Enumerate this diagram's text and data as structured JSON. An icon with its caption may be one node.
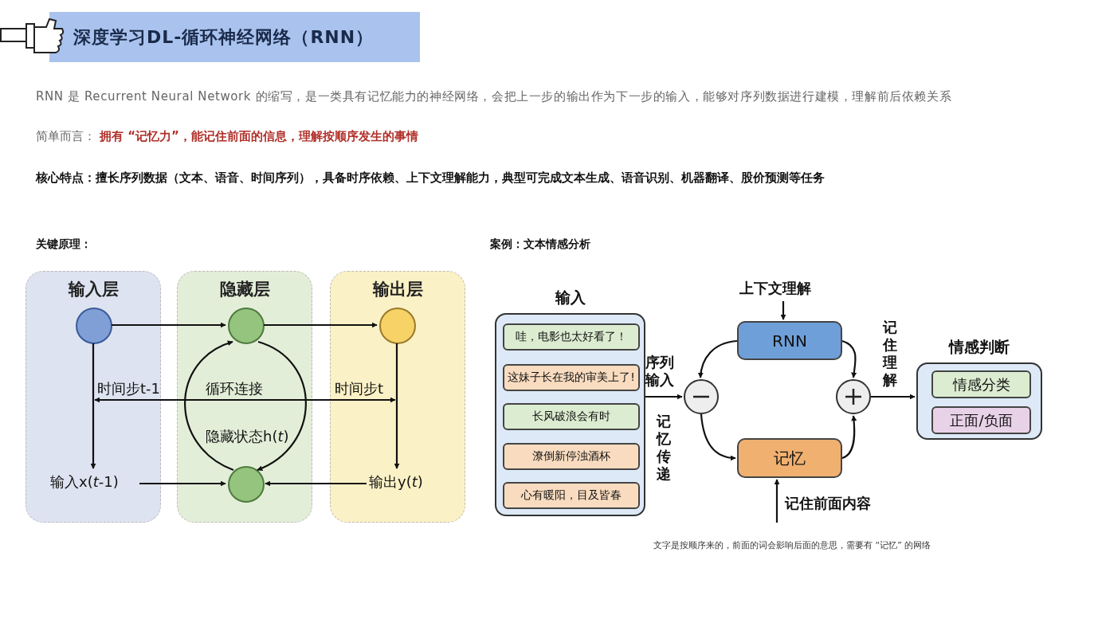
{
  "diagram": {
    "title": "深度学习DL-循环神经网络（RNN）",
    "nodes": [
      {
        "text": [
          "输入层"
        ]
      },
      {
        "text": [
          "隐藏层"
        ]
      },
      {
        "text": [
          "输出层"
        ]
      },
      {
        "text": [],
        "shape": "circle",
        "in": 0
      },
      {
        "text": [],
        "shape": "circle",
        "in": 1
      },
      {
        "text": [],
        "shape": "circle",
        "in": 1
      },
      {
        "text": [],
        "shape": "circle",
        "in": 2
      },
      {
        "text": [
          "输入x(*t*-1)"
        ],
        "in": 0
      },
      {
        "text": [
          "输出y(*t*)"
        ],
        "in": 2
      },
      {
        "text": [
          "输入"
        ]
      },
      {
        "text": [
          "哇，电影也太好看了！"
        ],
        "in": 9
      },
      {
        "text": [
          "这妹子长在我的审美上了!"
        ],
        "in": 9
      },
      {
        "text": [
          "长风破浪会有时"
        ],
        "in": 9
      },
      {
        "text": [
          "潦倒新停浊酒杯"
        ],
        "in": 9
      },
      {
        "text": [
          "心有暖阳，目及皆春"
        ],
        "in": 9
      },
      {
        "text": [],
        "shape": "circle"
      },
      {
        "text": [],
        "shape": "circle"
      },
      {
        "text": [
          "RNN"
        ]
      },
      {
        "text": [
          "记忆"
        ]
      },
      {
        "text": [
          "情感判断"
        ]
      },
      {
        "text": [
          "情感分类"
        ],
        "in": 19
      },
      {
        "text": [
          "正面/负面"
        ],
        "in": 19
      },
      {
        "text": [
          "上下文理解"
        ]
      },
      {
        "text": [
          "记住前面内容"
        ]
      }
    ],
    "edges": [
      {
        "from": 3,
        "to": 4,
        "arrow": "to"
      },
      {
        "from": 4,
        "to": 6,
        "arrow": "to"
      },
      {
        "from": 3,
        "to": 7,
        "arrow": "to"
      },
      {
        "from": 6,
        "to": 8,
        "arrow": "to"
      },
      {
        "from": 1,
        "to": null,
        "arrow": "to",
        "label": "时间步t-1"
      },
      {
        "from": 1,
        "to": null,
        "arrow": "to",
        "label": "时间步t"
      },
      {
        "from": 7,
        "to": 5,
        "arrow": "to"
      },
      {
        "from": 8,
        "to": 5,
        "arrow": "to"
      },
      {
        "from": 5,
        "to": 4,
        "arrow": "to",
        "label": "循环连接"
      },
      {
        "from": 4,
        "to": 5,
        "arrow": "to",
        "label": "隐藏状态h(*t*)"
      },
      {
        "from": 9,
        "to": 15,
        "arrow": "to",
        "label": "序列输入"
      },
      {
        "from": 15,
        "to": 18,
        "arrow": "to",
        "label": "记忆传递"
      },
      {
        "from": 17,
        "to": 15,
        "arrow": "to"
      },
      {
        "from": 17,
        "to": 16,
        "arrow": "to"
      },
      {
        "from": 18,
        "to": 16,
        "arrow": "to"
      },
      {
        "from": 16,
        "to": 19,
        "arrow": "to",
        "label": "记住理解"
      },
      {
        "from": 22,
        "to": 17,
        "arrow": "to"
      },
      {
        "from": 23,
        "to": 18,
        "arrow": "to"
      }
    ],
    "labels": [
      "RNN 是 Recurrent Neural Network 的缩写，是一类具有记忆能力的神经网络，会把上一步的输出作为下一步的输入，能够对序列数据进行建模，理解前后依赖关系",
      "简单而言：",
      "拥有 “记忆力”，能记住前面的信息，理解按顺序发生的事情",
      "核心特点：擅长序列数据（文本、语音、时间序列），具备时序依赖、上下文理解能力，典型可完成文本生成、语音识别、机器翻译、股价预测等任务",
      "关键原理：",
      "案例：文本情感分析",
      "文字是按顺序来的，前面的词会影响后面的意思，需要有 “记忆” 的网络"
    ]
  }
}
